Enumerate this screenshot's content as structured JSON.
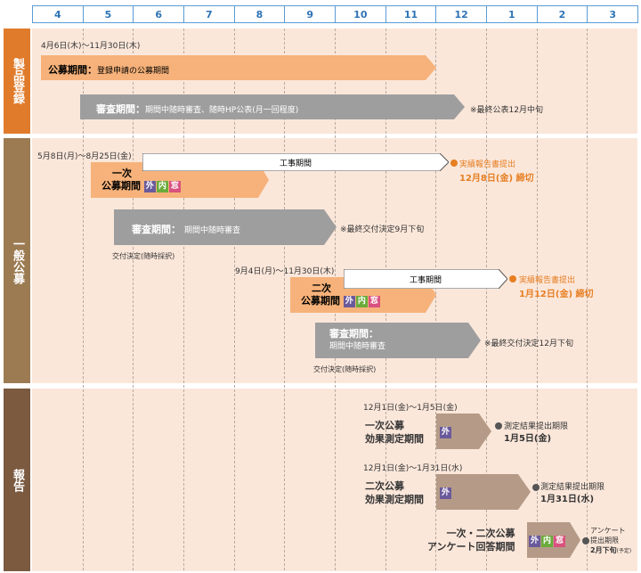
{
  "months": [
    "4",
    "5",
    "6",
    "7",
    "8",
    "9",
    "10",
    "11",
    "12",
    "1",
    "2",
    "3"
  ],
  "sections": {
    "product": "製品登録",
    "general": "一般公募",
    "report": "報告"
  },
  "product": {
    "period_note": "4月6日(木)～11月30日(木)",
    "public_title": "公募期間：",
    "public_desc": "登録申請の公募期間",
    "review_title": "審査期間：",
    "review_desc": "期間中随時審査、随時HP公表(月一回程度)",
    "review_note": "※最終公表12月中旬"
  },
  "general": {
    "first_note": "5月8日(月)～8月25日(金)",
    "first_title_1": "一次",
    "first_title_2": "公募期間",
    "construction": "工事期間",
    "report_submit": "実績報告書提出",
    "first_deadline": "12月8日(金) 締切",
    "first_review_title": "審査期間：",
    "first_review_desc": "期間中随時審査",
    "first_review_note": "※最終交付決定9月下旬",
    "grant_1": "交付決定(随時採択)",
    "second_note": "9月4日(月)～11月30日(木)",
    "second_title_1": "二次",
    "second_title_2": "公募期間",
    "second_deadline": "1月12日(金) 締切",
    "second_review_title": "審査期間：",
    "second_review_desc": "期間中随時審査",
    "second_review_note": "※最終交付決定12月下旬",
    "grant_2": "交付決定(随時採択)"
  },
  "badges": {
    "out": "外",
    "in": "内",
    "win": "窓"
  },
  "report": {
    "r1_note": "12月1日(金)～1月5日(金)",
    "r1_title_1": "一次公募",
    "r1_title_2": "効果測定期間",
    "r1_deadline_1": "測定結果提出期限",
    "r1_deadline_2": "1月5日(金)",
    "r2_note": "12月1日(金)～1月31日(水)",
    "r2_title_1": "二次公募",
    "r2_title_2": "効果測定期間",
    "r2_deadline_1": "測定結果提出期限",
    "r2_deadline_2": "1月31日(水)",
    "r3_title_1": "一次・二次公募",
    "r3_title_2": "アンケート回答期間",
    "r3_deadline_1": "アンケート",
    "r3_deadline_2": "提出期限",
    "r3_deadline_3": "2月下旬",
    "r3_deadline_4": "(予定)"
  },
  "colors": {
    "orange_side": "#e07b2c",
    "brown_side": "#9c7b52",
    "report_side": "#7b5a40",
    "panel": "#fbe7da",
    "orange_arrow": "#f6b27a",
    "gray_arrow": "#9e9e9e",
    "report_arrow": "#b59b87"
  }
}
